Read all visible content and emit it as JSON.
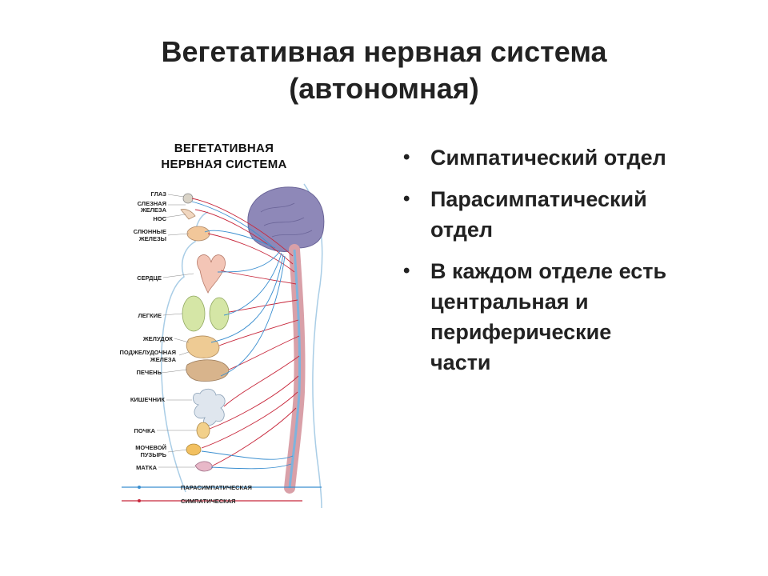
{
  "title": {
    "line1": "Вегетативная нервная система",
    "line2": "(автономная)"
  },
  "figure": {
    "title_line1": "ВЕГЕТАТИВНАЯ",
    "title_line2": "НЕРВНАЯ СИСТЕМА",
    "organs": [
      "ГЛАЗ",
      "СЛЕЗНАЯ",
      "ЖЕЛЕЗА",
      "НОС",
      "СЛЮННЫЕ",
      "ЖЕЛЕЗЫ",
      "СЕРДЦЕ",
      "ЛЕГКИЕ",
      "ЖЕЛУДОК",
      "ПОДЖЕЛУДОЧНАЯ",
      "ЖЕЛЕЗА",
      "ПЕЧЕНЬ",
      "КИШЕЧНИК",
      "ПОЧКА",
      "МОЧЕВОЙ",
      "ПУЗЫРЬ",
      "МАТКА"
    ],
    "legend": {
      "parasympathetic": "ПАРАСИМПАТИЧЕСКАЯ",
      "sympathetic": "СИМПАТИЧЕСКАЯ"
    },
    "colors": {
      "parasympathetic": "#3b8fd0",
      "sympathetic": "#c8283c",
      "brain": "#8e88b8",
      "spine": "#d9a0a8",
      "body_outline": "#a9cde6"
    }
  },
  "bullets": [
    {
      "lines": [
        "Симпатический отдел"
      ]
    },
    {
      "lines": [
        "Парасимпатический",
        "отдел"
      ]
    },
    {
      "lines": [
        "В каждом отделе есть",
        "центральная и",
        "периферические",
        "части"
      ]
    }
  ],
  "bullet_marker": "•"
}
